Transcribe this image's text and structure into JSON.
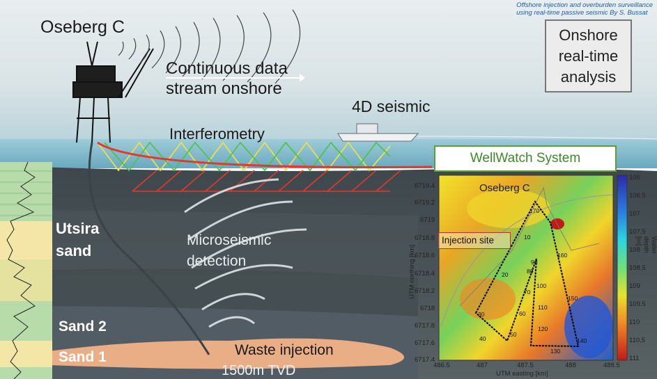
{
  "credit": {
    "line1": "Offshore injection and overburden surveillance",
    "line2": "using real-time passive seismic By S. Bussat"
  },
  "labels": {
    "platform": "Oseberg C",
    "stream_line1": "Continuous data",
    "stream_line2": "stream onshore",
    "seismic": "4D seismic",
    "interferometry": "Interferometry",
    "micro_line1": "Microseismic",
    "micro_line2": "detection",
    "utsira_line1": "Utsira",
    "utsira_line2": "sand",
    "sand2": "Sand 2",
    "sand1": "Sand 1",
    "waste": "Waste injection",
    "tvd": "1500m TVD"
  },
  "onshore": {
    "line1": "Onshore",
    "line2": "real-time",
    "line3": "analysis"
  },
  "wellwatch": {
    "title": "WellWatch System"
  },
  "map": {
    "platform_label": "Oseberg C",
    "injection_label": "Injection site",
    "y_axis_label": "UTM northing [km]",
    "x_axis_label": "UTM easting [km]",
    "y_ticks": [
      "6719.4",
      "6719.2",
      "6719",
      "6718.8",
      "6718.6",
      "6718.4",
      "6718.2",
      "6718",
      "6717.8",
      "6717.6",
      "6717.4"
    ],
    "x_ticks": [
      "486.5",
      "487",
      "487.5",
      "488",
      "488.5"
    ],
    "colorbar_label": "Water depth [m]",
    "colorbar_ticks": [
      "106",
      "106.5",
      "107",
      "107.5",
      "108",
      "108.5",
      "109",
      "109.5",
      "110",
      "110.5",
      "111"
    ],
    "route_numbers": [
      "170",
      "160",
      "150",
      "140",
      "130",
      "120",
      "110",
      "100",
      "90",
      "80",
      "70",
      "60",
      "50",
      "40",
      "30",
      "20",
      "10"
    ],
    "colors": {
      "deep": "#c21a17",
      "shallow": "#2b2ca8",
      "route": "#000000"
    }
  }
}
